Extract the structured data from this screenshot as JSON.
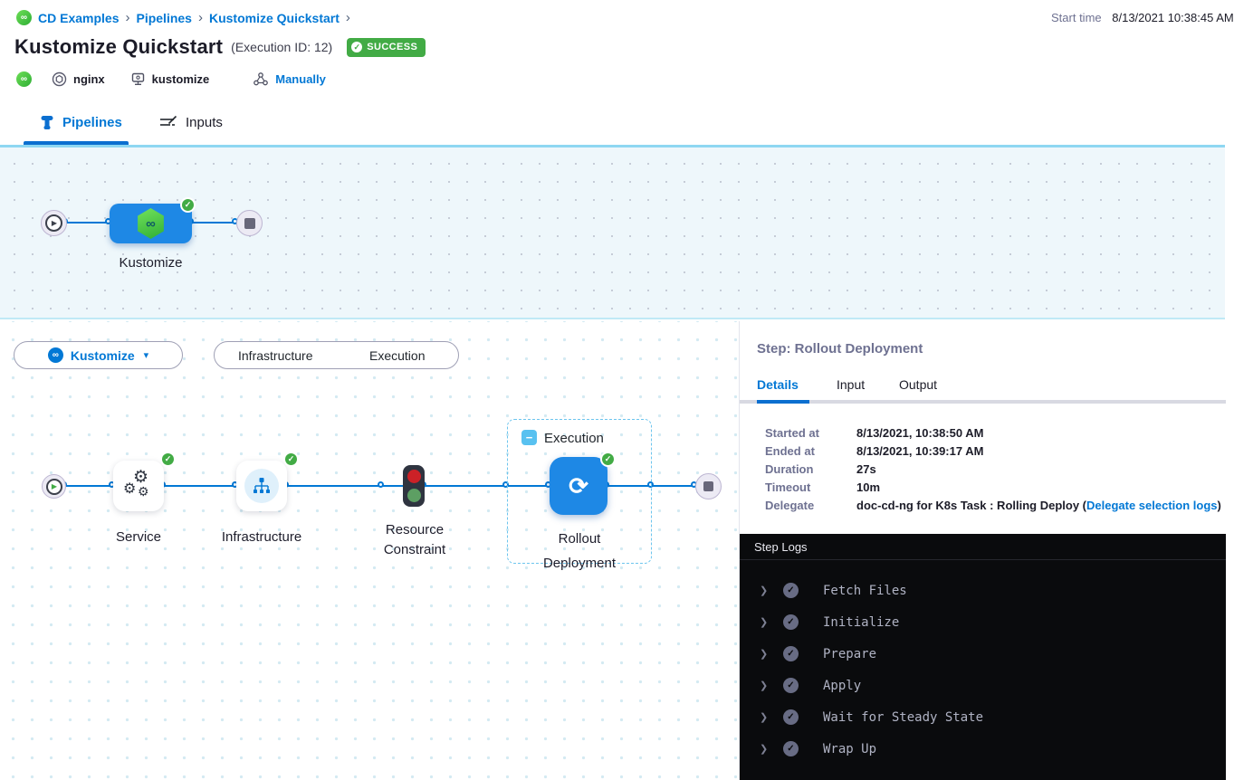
{
  "colors": {
    "accent_blue": "#0278d5",
    "node_blue": "#1e88e5",
    "success_green": "#42ab45",
    "section_line_blue": "#8ed7f2",
    "log_bg": "#0a0b0d"
  },
  "icons": {
    "infinity": "∞",
    "play": "▶",
    "stop": "",
    "gear": "⚙",
    "refresh": "⟳",
    "check": "✓",
    "minus": "−",
    "chevron": "❯",
    "caret_down": "▾",
    "separator": "›"
  },
  "breadcrumb": {
    "items": [
      "CD Examples",
      "Pipelines",
      "Kustomize Quickstart"
    ]
  },
  "header": {
    "start_time_label": "Start time",
    "start_time_value": "8/13/2021 10:38:45 AM",
    "title": "Kustomize Quickstart",
    "execution_id": "(Execution ID: 12)",
    "status": "SUCCESS",
    "service": "nginx",
    "environment": "kustomize",
    "trigger": "Manually"
  },
  "tabs": {
    "pipelines": "Pipelines",
    "inputs": "Inputs"
  },
  "stage_graph": {
    "stage_label": "Kustomize"
  },
  "canvas": {
    "stage_selector_label": "Kustomize",
    "toggle_infrastructure": "Infrastructure",
    "toggle_execution": "Execution",
    "group_label": "Execution",
    "node_labels": [
      "Service",
      "Infrastructure",
      "Resource Constraint",
      "Rollout Deployment"
    ]
  },
  "panel": {
    "title": "Step: Rollout Deployment",
    "tab_details": "Details",
    "tab_input": "Input",
    "tab_output": "Output",
    "fields": [
      {
        "label": "Started at",
        "value": "8/13/2021, 10:38:50 AM"
      },
      {
        "label": "Ended at",
        "value": "8/13/2021, 10:39:17 AM"
      },
      {
        "label": "Duration",
        "value": "27s"
      },
      {
        "label": "Timeout",
        "value": "10m"
      }
    ],
    "delegate": {
      "label": "Delegate",
      "value_prefix": "doc-cd-ng for K8s Task : Rolling Deploy (",
      "link": "Delegate selection logs",
      "value_suffix": ")"
    }
  },
  "logs": {
    "title": "Step Logs",
    "entries": [
      "Fetch Files",
      "Initialize",
      "Prepare",
      "Apply",
      "Wait for Steady State",
      "Wrap Up"
    ]
  }
}
